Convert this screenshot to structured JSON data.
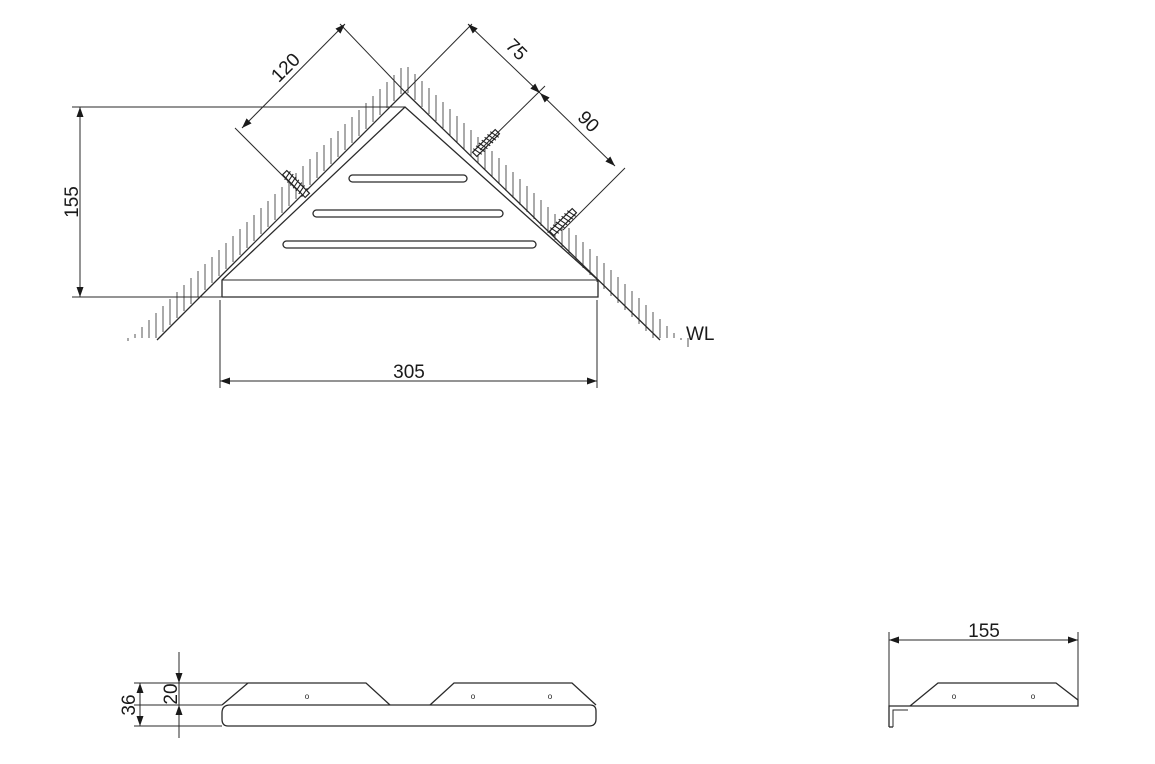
{
  "top_view": {
    "dim_width": "305",
    "dim_depth": "155",
    "dim_left_side": "120",
    "dim_screw_offset": "75",
    "dim_screw_spacing": "90",
    "wall_label": "WL"
  },
  "front_view": {
    "dim_total_height": "36",
    "dim_rail_height": "20",
    "hole_mark": "o"
  },
  "side_view": {
    "dim_depth": "155",
    "hole_mark": "o"
  }
}
